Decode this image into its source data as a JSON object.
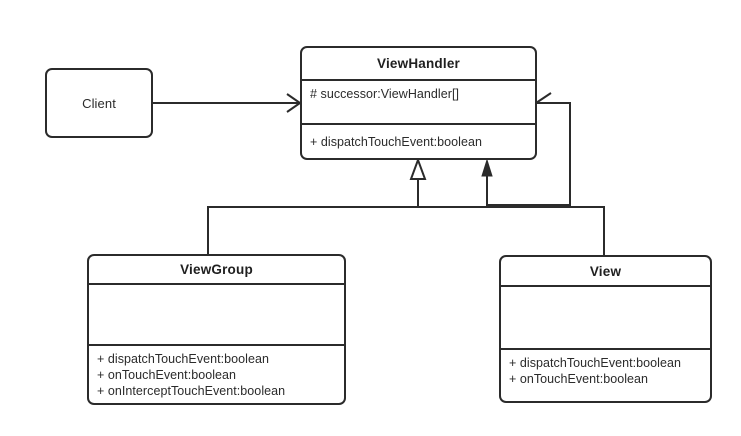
{
  "diagram": {
    "title": "ViewHandler chain-of-responsibility class diagram",
    "stroke_color": "#2b2b2b",
    "background_color": "#ffffff",
    "text_color": "#2b2b2b"
  },
  "nodes": {
    "client": {
      "label": "Client"
    },
    "view_handler": {
      "title": "ViewHandler",
      "attributes": [
        "# successor:ViewHandler[]"
      ],
      "methods": [
        "+ dispatchTouchEvent:boolean"
      ]
    },
    "view_group": {
      "title": "ViewGroup",
      "attributes": [],
      "methods": [
        "+ dispatchTouchEvent:boolean",
        "+ onTouchEvent:boolean",
        "+ onInterceptTouchEvent:boolean"
      ]
    },
    "view": {
      "title": "View",
      "attributes": [],
      "methods": [
        "+ dispatchTouchEvent:boolean",
        "+ onTouchEvent:boolean"
      ]
    }
  },
  "edges": {
    "client_to_viewhandler": {
      "kind": "association",
      "arrow": "open-arrow",
      "from": "client",
      "to": "view_handler"
    },
    "viewhandler_self": {
      "kind": "directed-association",
      "arrow": "filled-arrow",
      "from": "view_handler",
      "to": "view_handler"
    },
    "viewgroup_generalization": {
      "kind": "generalization",
      "arrow": "hollow-triangle",
      "from": "view_group",
      "to": "view_handler"
    },
    "view_generalization": {
      "kind": "generalization",
      "arrow": "hollow-triangle",
      "from": "view",
      "to": "view_handler"
    }
  }
}
